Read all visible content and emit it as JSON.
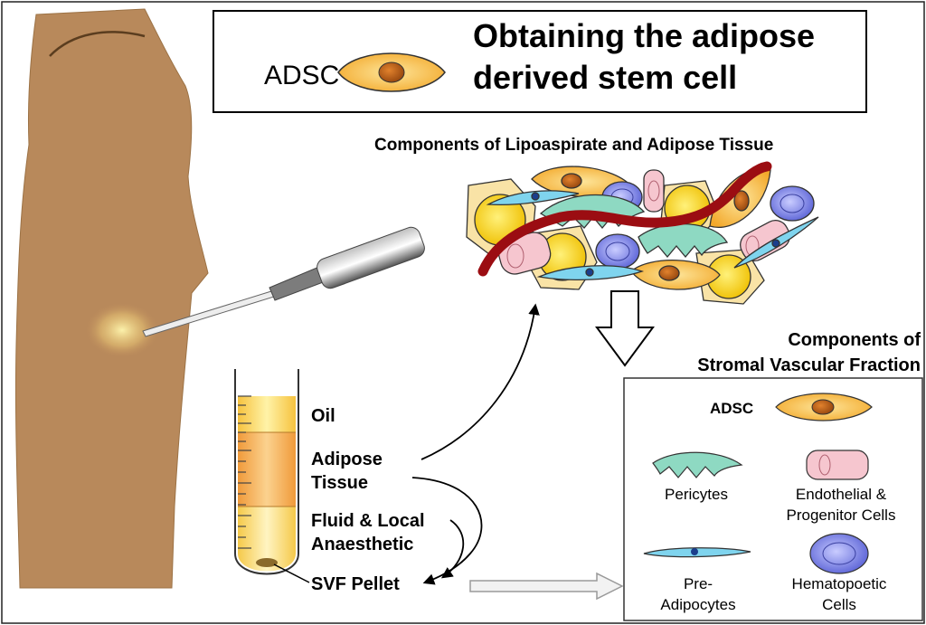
{
  "title_box": {
    "adsc_label": "ADSC",
    "title_line1": "Obtaining the adipose",
    "title_line2": "derived stem cell"
  },
  "lipoaspirate": {
    "heading": "Components of Lipoaspirate and Adipose Tissue"
  },
  "tube": {
    "layers": [
      "Oil",
      "Adipose",
      "Tissue",
      "Fluid & Local",
      "Anaesthetic",
      "SVF Pellet"
    ]
  },
  "svf": {
    "heading_line1": "Components of",
    "heading_line2": "Stromal Vascular Fraction",
    "adsc_label": "ADSC",
    "pericytes": "Pericytes",
    "endothelial_line1": "Endothelial &",
    "endothelial_line2": "Progenitor Cells",
    "preadipocytes_line1": "Pre-",
    "preadipocytes_line2": "Adipocytes",
    "hematopoetic_line1": "Hematopoetic",
    "hematopoetic_line2": "Cells"
  },
  "colors": {
    "skin": "#b8895b",
    "adsc_fill": "#f3b73e",
    "adipocyte": "#f6d11a",
    "vessel": "#9b0d12",
    "pericyte": "#8ed9c2",
    "endothelial": "#f6c6cf",
    "hematopoetic": "#7b82e6"
  }
}
